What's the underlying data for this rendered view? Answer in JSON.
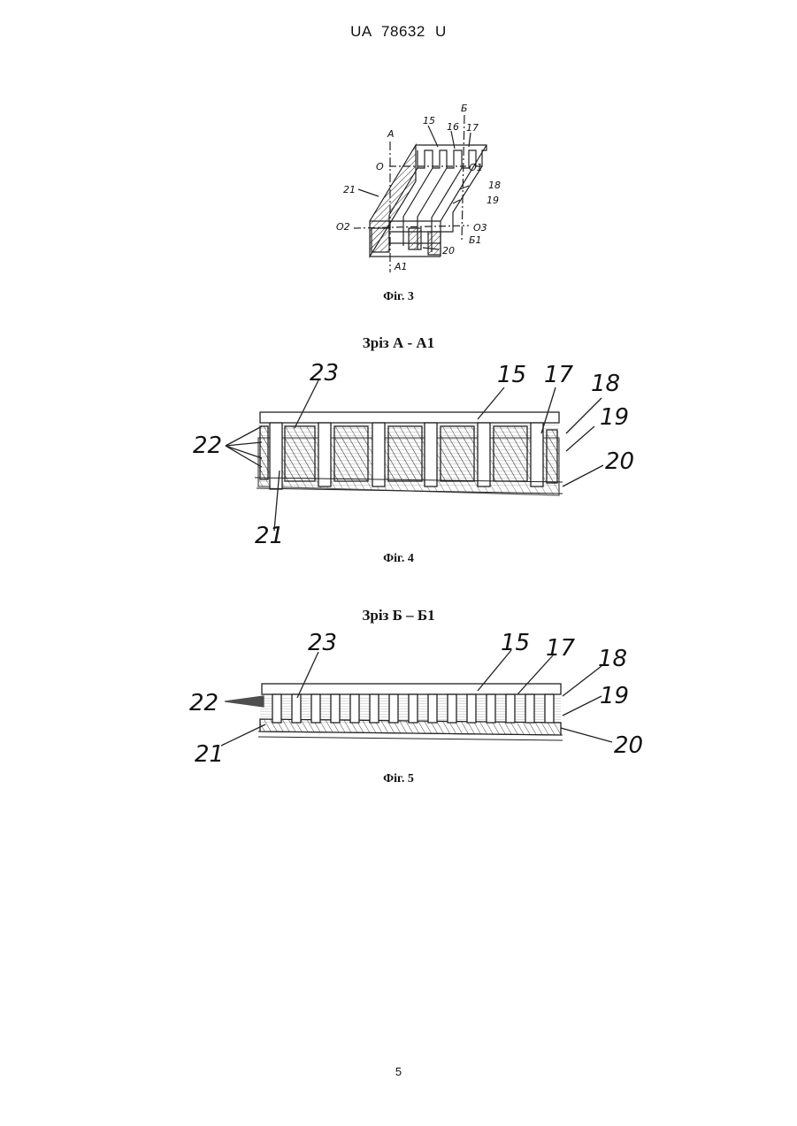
{
  "header": {
    "doc_number": "UA   78632   U"
  },
  "figures": [
    {
      "caption": "Фіг. 3",
      "labels": {
        "l15": "15",
        "l16": "16",
        "l17": "17",
        "lA": "A",
        "lB": "Б",
        "lO": "O",
        "lO1": "O1",
        "l21": "21",
        "l18": "18",
        "l19": "19",
        "lO2": "O2",
        "lO3": "O3",
        "lB1": "Б1",
        "l20": "20",
        "lA1": "A1"
      }
    },
    {
      "title": "Зріз А - А1",
      "caption": "Фіг. 4",
      "labels": {
        "l23": "23",
        "l15": "15",
        "l17": "17",
        "l18": "18",
        "l19": "19",
        "l22": "22",
        "l20": "20",
        "l21": "21"
      }
    },
    {
      "title": "Зріз Б – Б1",
      "caption": "Фіг. 5",
      "labels": {
        "l23": "23",
        "l15": "15",
        "l17": "17",
        "l18": "18",
        "l22": "22",
        "l19": "19",
        "l21": "21",
        "l20": "20"
      }
    }
  ],
  "page_number": "5"
}
